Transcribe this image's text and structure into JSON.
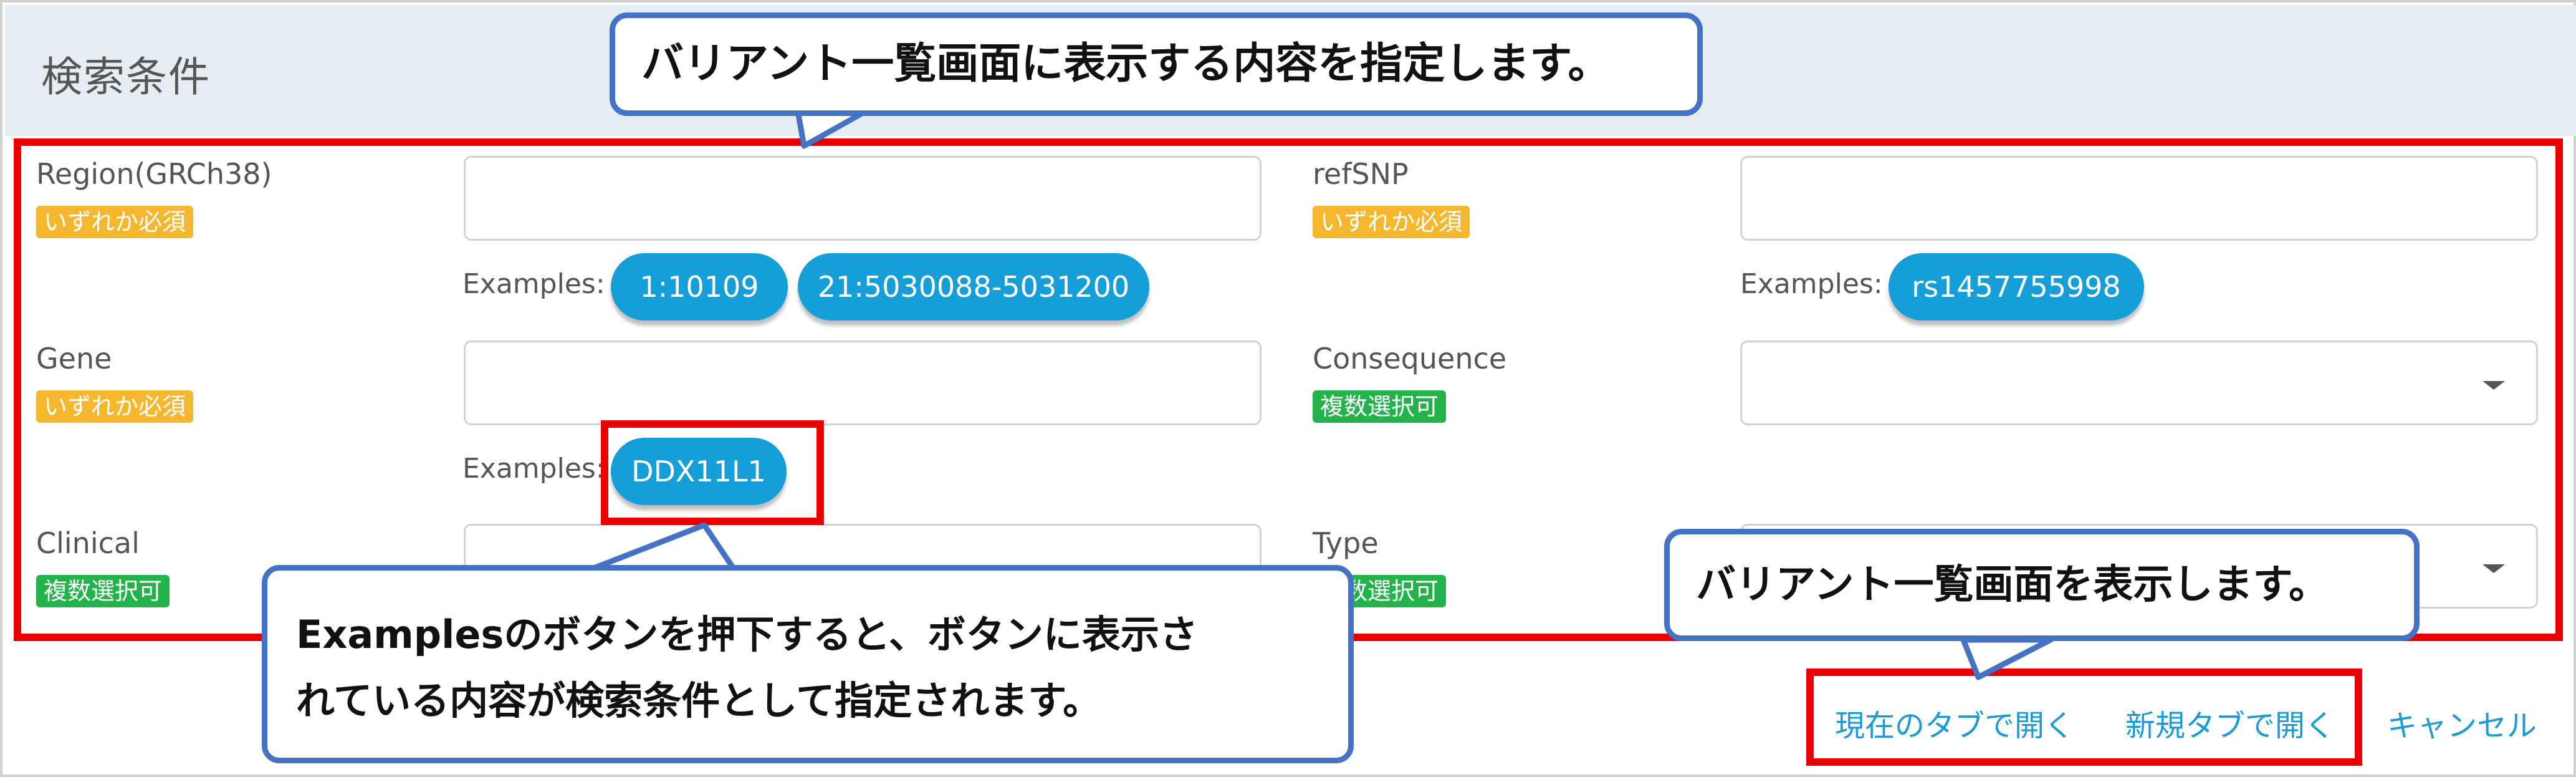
{
  "header": {
    "title": "検索条件"
  },
  "form": {
    "region": {
      "label": "Region(GRCh38)",
      "badge": "いずれか必須",
      "value": "",
      "examples_label": "Examples:",
      "examples": [
        "1:10109",
        "21:5030088-5031200"
      ]
    },
    "refsnp": {
      "label": "refSNP",
      "badge": "いずれか必須",
      "value": "",
      "examples_label": "Examples:",
      "examples": [
        "rs1457755998"
      ]
    },
    "gene": {
      "label": "Gene",
      "badge": "いずれか必須",
      "value": "",
      "examples_label": "Examples:",
      "examples": [
        "DDX11L1"
      ]
    },
    "consequence": {
      "label": "Consequence",
      "badge": "複数選択可",
      "value": ""
    },
    "clinical": {
      "label": "Clinical",
      "badge": "複数選択可",
      "value": ""
    },
    "type": {
      "label": "Type",
      "badge": "複数選択可",
      "value": ""
    }
  },
  "actions": {
    "open_current_tab": "現在のタブで開く",
    "open_new_tab": "新規タブで開く",
    "cancel": "キャンセル"
  },
  "callouts": {
    "top": "バリアント一覧画面に表示する内容を指定します。",
    "bottom_left_line1": "Examplesのボタンを押下すると、ボタンに表示さ",
    "bottom_left_line2": "れている内容が検索条件として指定されます。",
    "bottom_right": "バリアント一覧画面を表示します。"
  },
  "colors": {
    "annotation_red": "#ea0000",
    "callout_border": "#4472c4",
    "pill_blue": "#169ed8",
    "badge_required": "#f5b72e",
    "badge_multi": "#24b24b",
    "link_blue": "#1a9bd7"
  }
}
